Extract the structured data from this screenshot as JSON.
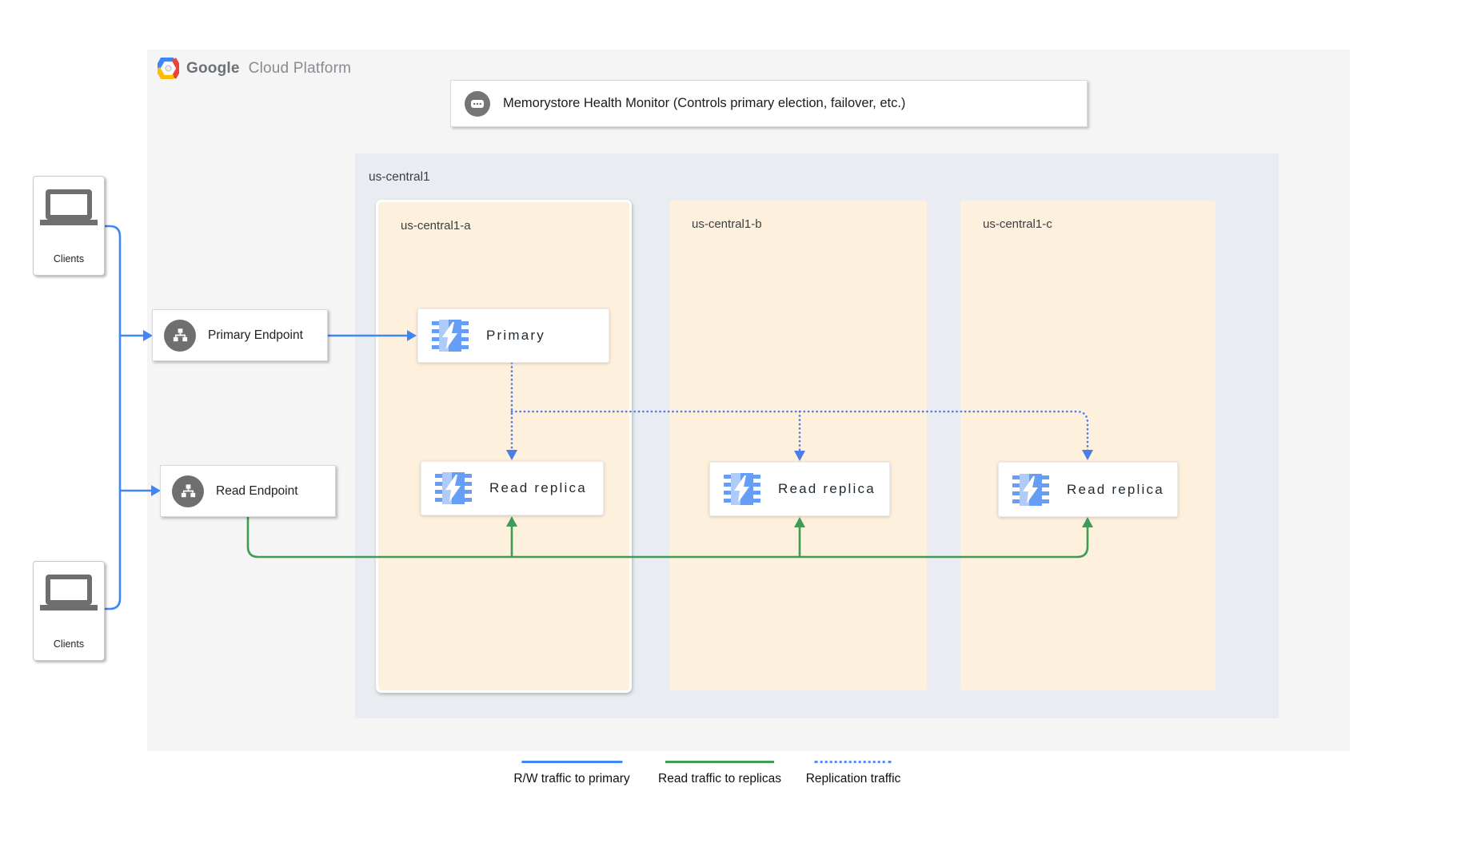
{
  "header": {
    "logo": {
      "brand_bold": "Google",
      "brand_rest": "Cloud Platform"
    }
  },
  "health_monitor": {
    "label": "Memorystore Health Monitor (Controls primary election, failover, etc.)",
    "icon": "console-ellipsis-icon"
  },
  "region": {
    "label": "us-central1",
    "zones": [
      {
        "label": "us-central1-a",
        "nodes": [
          {
            "label": "Primary"
          },
          {
            "label": "Read replica"
          }
        ]
      },
      {
        "label": "us-central1-b",
        "nodes": [
          {
            "label": "Read replica"
          }
        ]
      },
      {
        "label": "us-central1-c",
        "nodes": [
          {
            "label": "Read replica"
          }
        ]
      }
    ]
  },
  "endpoints": [
    {
      "label": "Primary Endpoint",
      "icon": "network-endpoint-icon"
    },
    {
      "label": "Read Endpoint",
      "icon": "network-endpoint-icon"
    }
  ],
  "clients": [
    {
      "label": "Clients",
      "icon": "laptop-icon"
    },
    {
      "label": "Clients",
      "icon": "laptop-icon"
    }
  ],
  "legend": {
    "items": [
      {
        "label": "R/W traffic to primary",
        "style": "solid",
        "color": "#4285f4"
      },
      {
        "label": "Read traffic to replicas",
        "style": "solid",
        "color": "#3e9c55"
      },
      {
        "label": "Replication traffic",
        "style": "dotted",
        "color": "#4d7ce8"
      }
    ]
  },
  "colors": {
    "rw_traffic_blue": "#4285f4",
    "read_traffic_green": "#3e9c55",
    "replication_blue": "#4d7ce8",
    "panel_bg": "#f5f5f6",
    "region_bg": "#e9edf2",
    "zone_bg": "#fdf0dc",
    "icon_gray": "#6f6f6f",
    "memorystore_blue": "#669df6",
    "memorystore_light_blue": "#aecbfa"
  },
  "icons": {
    "gcp_logo": "hexagon-logo",
    "health_monitor": "console-ellipsis",
    "endpoint": "network-sitemap",
    "memorystore_node": "chip-lightning",
    "clients": "laptop"
  }
}
